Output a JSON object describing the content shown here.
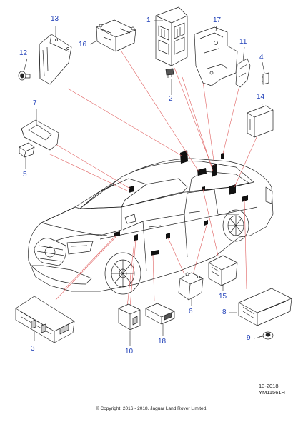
{
  "callouts": [
    {
      "id": "c1",
      "label": "1"
    },
    {
      "id": "c2",
      "label": "2"
    },
    {
      "id": "c3",
      "label": "3"
    },
    {
      "id": "c4",
      "label": "4"
    },
    {
      "id": "c5",
      "label": "5"
    },
    {
      "id": "c6",
      "label": "6"
    },
    {
      "id": "c7",
      "label": "7"
    },
    {
      "id": "c8",
      "label": "8"
    },
    {
      "id": "c9",
      "label": "9"
    },
    {
      "id": "c10",
      "label": "10"
    },
    {
      "id": "c11",
      "label": "11"
    },
    {
      "id": "c12",
      "label": "12"
    },
    {
      "id": "c13",
      "label": "13"
    },
    {
      "id": "c14",
      "label": "14"
    },
    {
      "id": "c15",
      "label": "15"
    },
    {
      "id": "c16",
      "label": "16"
    },
    {
      "id": "c17",
      "label": "17"
    },
    {
      "id": "c18",
      "label": "18"
    }
  ],
  "reference": {
    "date_code": "13-2018",
    "figure_id": "YM11561H"
  },
  "copyright": "© Copyright, 2016 - 2018. Jaguar Land Rover Limited.",
  "colors": {
    "callout": "#1f3fb8",
    "leader": "#e06060",
    "line": "#222222"
  }
}
